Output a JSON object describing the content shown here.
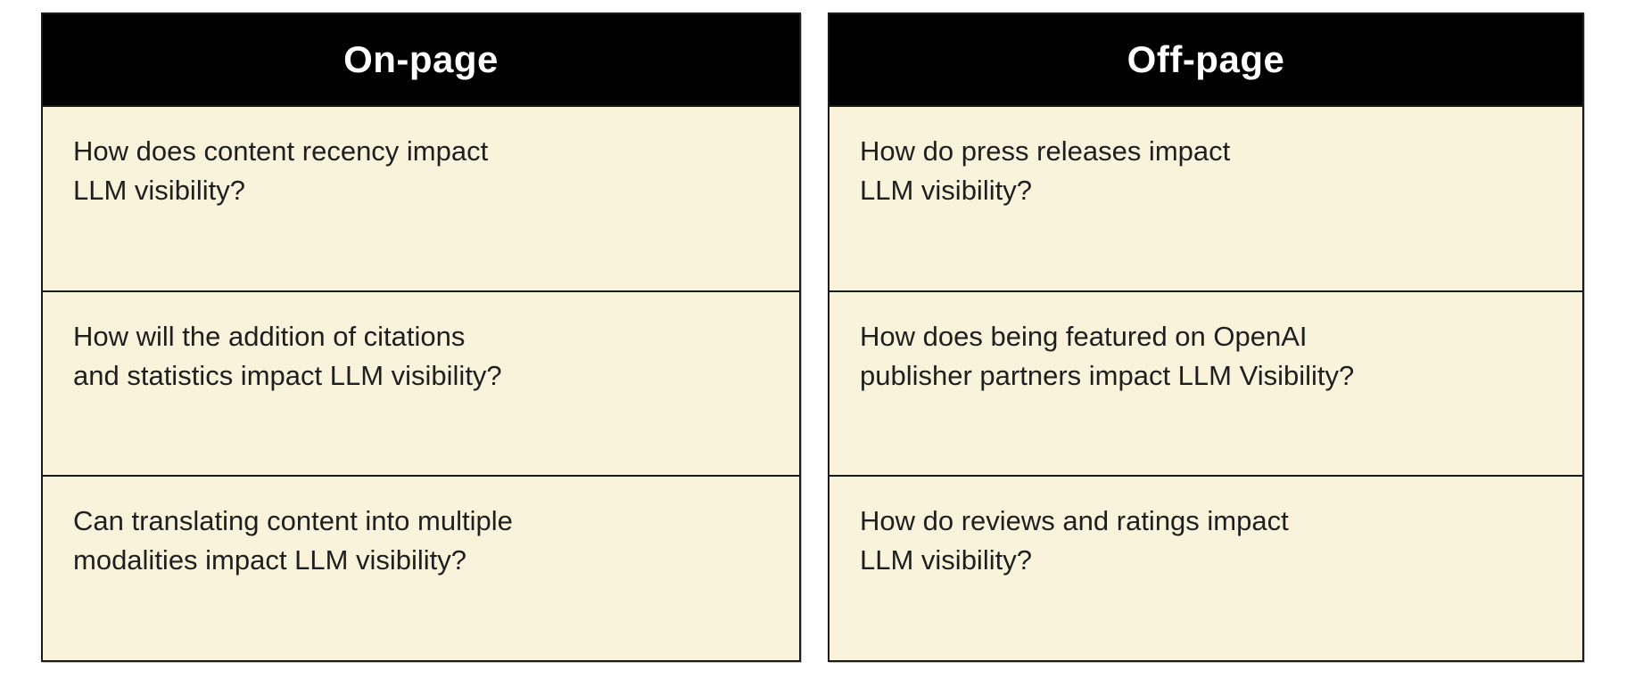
{
  "colors": {
    "page_background": "#ffffff",
    "header_background": "#000000",
    "header_text": "#ffffff",
    "cell_background": "#faf3dc",
    "cell_text": "#1f1f1f",
    "border": "#1a1a1a"
  },
  "tables": [
    {
      "header": "On-page",
      "rows": [
        "How does content recency impact\nLLM visibility?",
        "How will the addition of citations\nand statistics impact LLM visibility?",
        "Can translating content into multiple\nmodalities impact LLM visibility?"
      ]
    },
    {
      "header": "Off-page",
      "rows": [
        "How do press releases impact\nLLM visibility?",
        "How does being featured on OpenAI\npublisher partners impact LLM Visibility?",
        "How do reviews and ratings impact\nLLM visibility?"
      ]
    }
  ]
}
